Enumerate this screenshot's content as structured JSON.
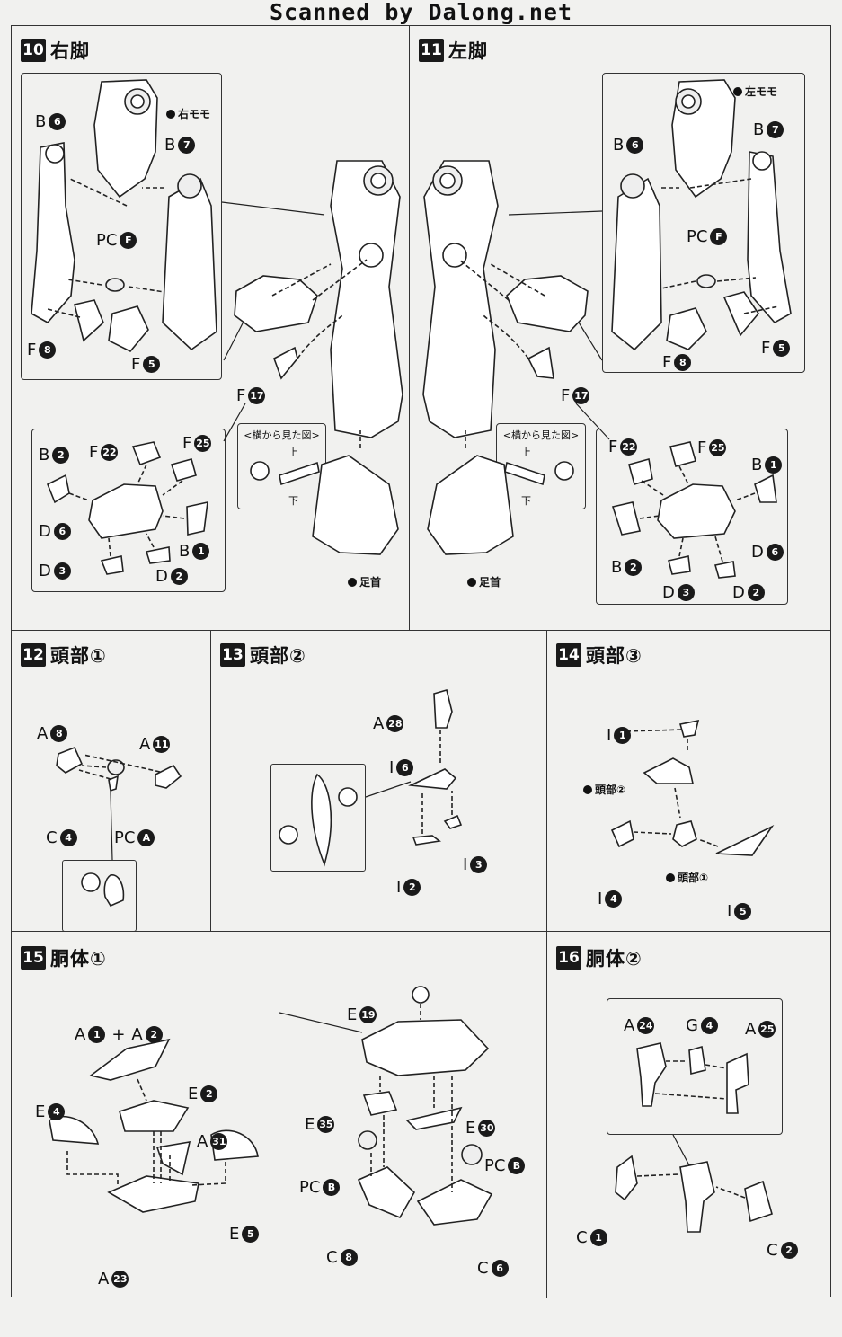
{
  "watermark": "Scanned by Dalong.net",
  "steps": [
    {
      "num": "10",
      "title": "右脚"
    },
    {
      "num": "11",
      "title": "左脚"
    },
    {
      "num": "12",
      "title": "頭部①"
    },
    {
      "num": "13",
      "title": "頭部②"
    },
    {
      "num": "14",
      "title": "頭部③"
    },
    {
      "num": "15",
      "title": "胴体①"
    },
    {
      "num": "16",
      "title": "胴体②"
    }
  ],
  "callouts": {
    "right_thigh": "右モモ",
    "left_thigh": "左モモ",
    "ankle": "足首",
    "head2": "頭部②",
    "head1": "頭部①",
    "side_view": "<横から見た図>",
    "up": "上",
    "down": "下"
  },
  "parts": {
    "s10": [
      {
        "r": "B",
        "n": "6"
      },
      {
        "r": "B",
        "n": "7"
      },
      {
        "r": "PC",
        "n": "F"
      },
      {
        "r": "F",
        "n": "8"
      },
      {
        "r": "F",
        "n": "5"
      },
      {
        "r": "F",
        "n": "17"
      },
      {
        "r": "B",
        "n": "2"
      },
      {
        "r": "F",
        "n": "22"
      },
      {
        "r": "F",
        "n": "25"
      },
      {
        "r": "D",
        "n": "6"
      },
      {
        "r": "B",
        "n": "1"
      },
      {
        "r": "D",
        "n": "3"
      },
      {
        "r": "D",
        "n": "2"
      }
    ],
    "s11": [
      {
        "r": "B",
        "n": "6"
      },
      {
        "r": "B",
        "n": "7"
      },
      {
        "r": "PC",
        "n": "F"
      },
      {
        "r": "F",
        "n": "8"
      },
      {
        "r": "F",
        "n": "5"
      },
      {
        "r": "F",
        "n": "17"
      },
      {
        "r": "F",
        "n": "22"
      },
      {
        "r": "F",
        "n": "25"
      },
      {
        "r": "B",
        "n": "1"
      },
      {
        "r": "D",
        "n": "6"
      },
      {
        "r": "B",
        "n": "2"
      },
      {
        "r": "D",
        "n": "3"
      },
      {
        "r": "D",
        "n": "2"
      }
    ],
    "s12": [
      {
        "r": "A",
        "n": "8"
      },
      {
        "r": "A",
        "n": "11"
      },
      {
        "r": "C",
        "n": "4"
      },
      {
        "r": "PC",
        "n": "A"
      }
    ],
    "s13": [
      {
        "r": "A",
        "n": "28"
      },
      {
        "r": "I",
        "n": "6"
      },
      {
        "r": "I",
        "n": "3"
      },
      {
        "r": "I",
        "n": "2"
      }
    ],
    "s14": [
      {
        "r": "I",
        "n": "1"
      },
      {
        "r": "I",
        "n": "4"
      },
      {
        "r": "I",
        "n": "5"
      }
    ],
    "s15": [
      {
        "r": "A",
        "n": "1"
      },
      {
        "r": "A",
        "n": "2"
      },
      {
        "r": "E",
        "n": "2"
      },
      {
        "r": "E",
        "n": "4"
      },
      {
        "r": "A",
        "n": "31"
      },
      {
        "r": "E",
        "n": "5"
      },
      {
        "r": "A",
        "n": "23"
      },
      {
        "r": "E",
        "n": "19"
      },
      {
        "r": "E",
        "n": "35"
      },
      {
        "r": "E",
        "n": "30"
      },
      {
        "r": "PC",
        "n": "B"
      },
      {
        "r": "PC",
        "n": "B"
      },
      {
        "r": "C",
        "n": "8"
      },
      {
        "r": "C",
        "n": "6"
      }
    ],
    "s16": [
      {
        "r": "A",
        "n": "24"
      },
      {
        "r": "G",
        "n": "4"
      },
      {
        "r": "A",
        "n": "25"
      },
      {
        "r": "C",
        "n": "1"
      },
      {
        "r": "C",
        "n": "2"
      }
    ]
  },
  "plus_sign": "+"
}
